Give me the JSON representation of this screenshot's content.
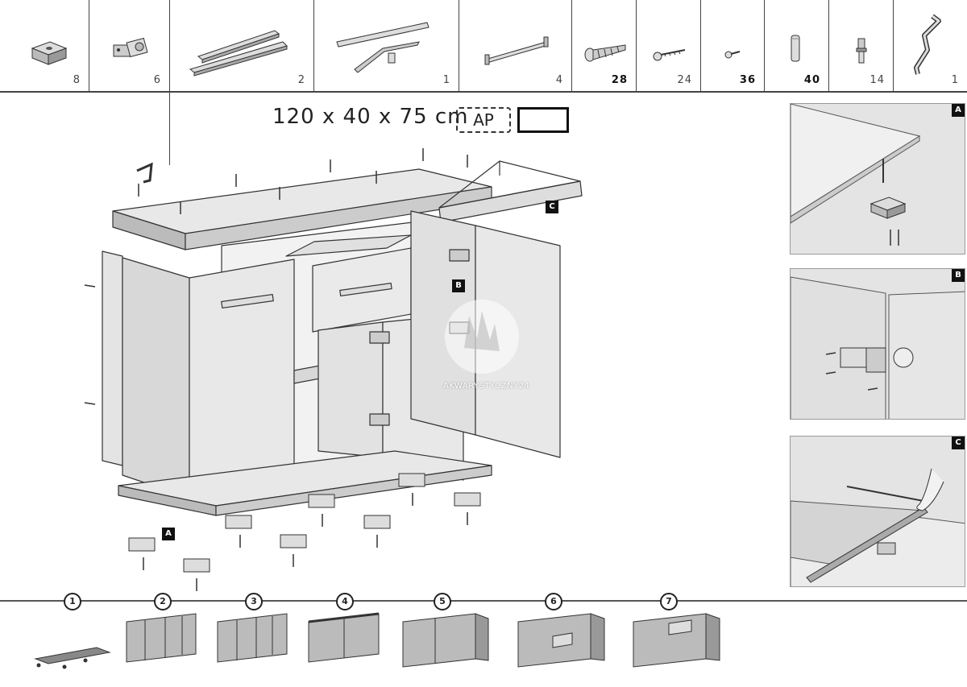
{
  "parts": [
    {
      "name": "leg-block",
      "qty": "8",
      "bold": false
    },
    {
      "name": "hinge",
      "qty": "6",
      "bold": false
    },
    {
      "name": "drawer-rail",
      "qty": "2",
      "bold": false
    },
    {
      "name": "back-bracket",
      "qty": "1",
      "bold": false
    },
    {
      "name": "handle",
      "qty": "4",
      "bold": false
    },
    {
      "name": "large-screw",
      "qty": "28",
      "bold": true
    },
    {
      "name": "wood-screw",
      "qty": "24",
      "bold": false
    },
    {
      "name": "small-screw",
      "qty": "36",
      "bold": true
    },
    {
      "name": "dowel",
      "qty": "40",
      "bold": true
    },
    {
      "name": "cam-pin",
      "qty": "14",
      "bold": false
    },
    {
      "name": "hex-key",
      "qty": "1",
      "bold": false
    }
  ],
  "dimensions": "120 x 40 x 75 cm",
  "ap_label": "AP",
  "callouts": {
    "a": "A",
    "b": "B",
    "c": "C"
  },
  "watermark": "AKWARYSTYCZNY24",
  "steps": [
    "1",
    "2",
    "3",
    "4",
    "5",
    "6",
    "7"
  ],
  "colors": {
    "line": "#444444",
    "panel": "#e4e4e4",
    "tag": "#111111"
  }
}
